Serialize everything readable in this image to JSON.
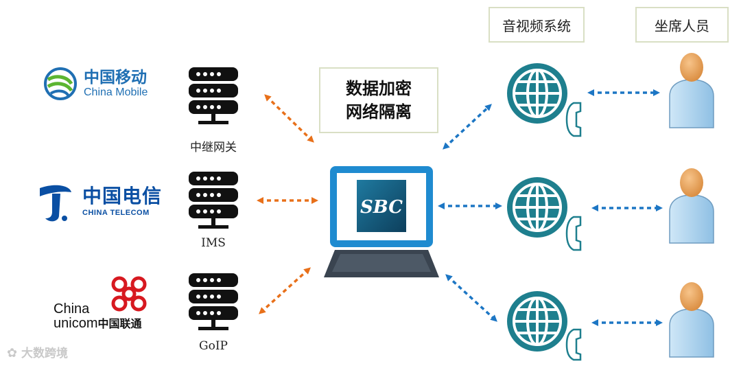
{
  "carriers": {
    "mobile": {
      "cn": "中国移动",
      "en": "China Mobile",
      "color": "#1f6fb3",
      "accent": "#5cb531"
    },
    "telecom": {
      "cn": "中国电信",
      "en": "CHINA TELECOM",
      "color": "#0a4fa3"
    },
    "unicom": {
      "en1": "China",
      "en2": "unicom",
      "cn": "中国联通",
      "color": "#d71920"
    }
  },
  "servers": [
    {
      "label": "中继网关"
    },
    {
      "label": "IMS"
    },
    {
      "label": "GoIP"
    }
  ],
  "center": {
    "line1": "数据加密",
    "line2": "网络隔离",
    "screen": "SBC"
  },
  "headers": {
    "av_system": "音视频系统",
    "agents": "坐席人员"
  },
  "watermark": "大数跨境",
  "colors": {
    "orange_arrow": "#e8701a",
    "blue_arrow": "#1c76c4",
    "globe": "#1e7f8e",
    "laptop_frame": "#1f8bd0",
    "screen": "#135a7a"
  }
}
